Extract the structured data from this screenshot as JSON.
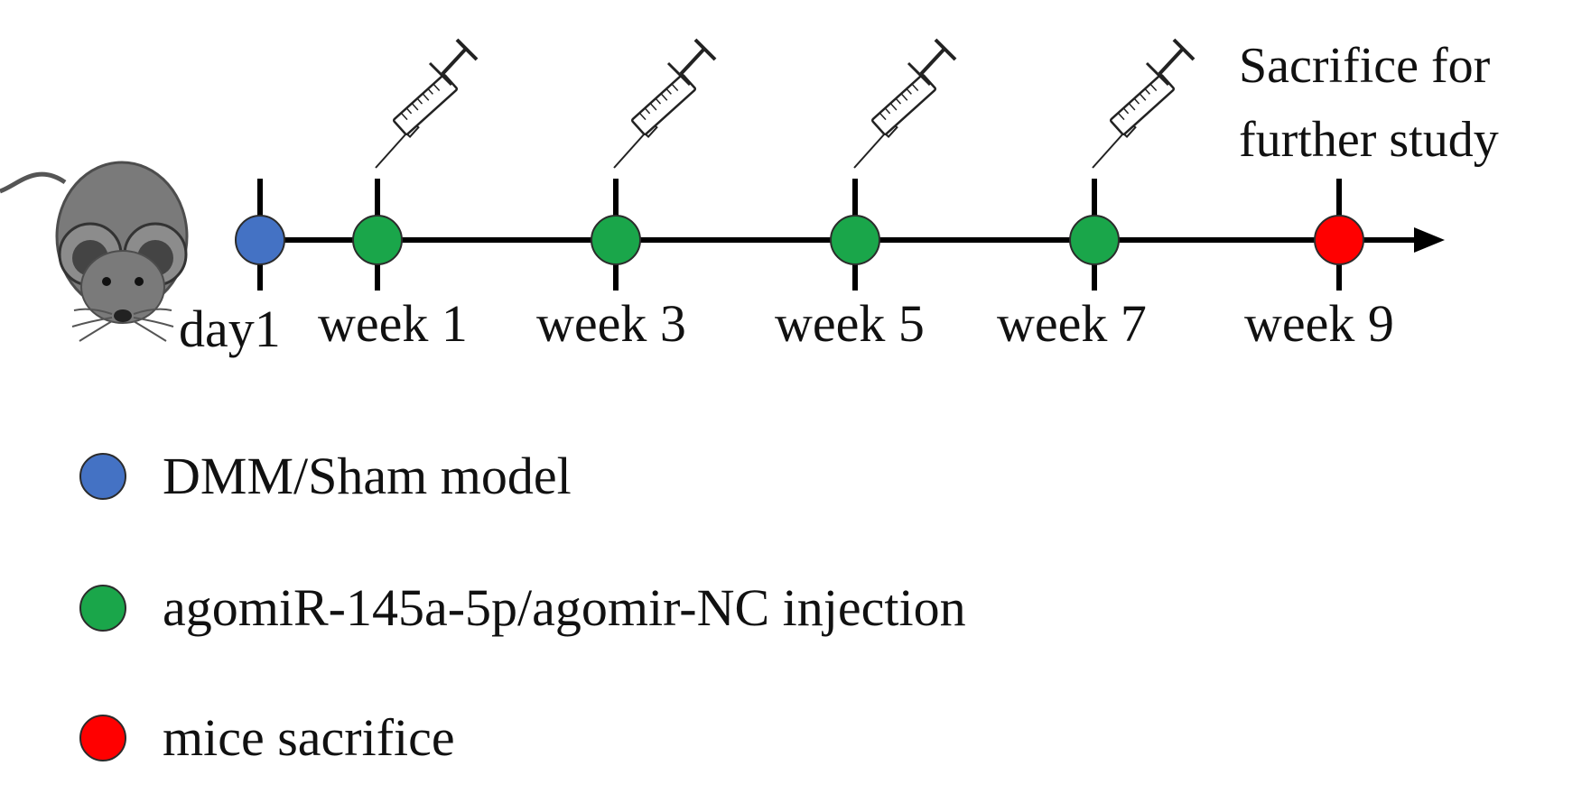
{
  "timeline": {
    "points": [
      {
        "label": "day1",
        "color": "#4472c4",
        "injection": false
      },
      {
        "label": "week 1",
        "color": "#1aa64a",
        "injection": true
      },
      {
        "label": "week 3",
        "color": "#1aa64a",
        "injection": true
      },
      {
        "label": "week 5",
        "color": "#1aa64a",
        "injection": true
      },
      {
        "label": "week 7",
        "color": "#1aa64a",
        "injection": true
      },
      {
        "label": "week 9",
        "color": "#ff0000",
        "injection": false
      }
    ],
    "caption_line1": "Sacrifice for",
    "caption_line2": "further study",
    "icons": {
      "subject": "mouse-icon",
      "injection": "syringe-icon"
    }
  },
  "legend": [
    {
      "label": "DMM/Sham model",
      "color": "#4472c4"
    },
    {
      "label": "agomiR-145a-5p/agomir-NC injection",
      "color": "#1aa64a"
    },
    {
      "label": "mice sacrifice",
      "color": "#ff0000"
    }
  ]
}
